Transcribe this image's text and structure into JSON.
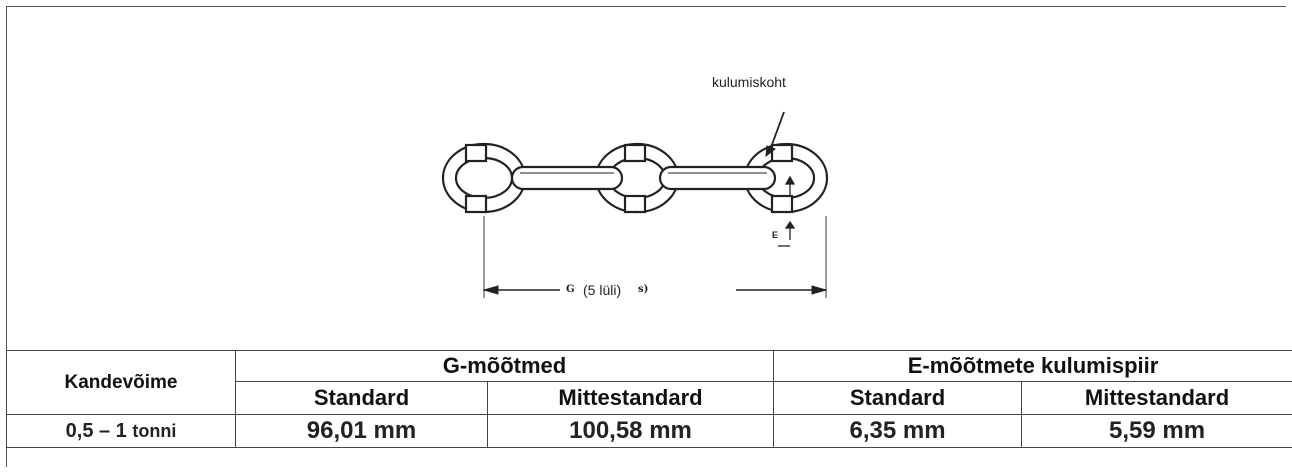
{
  "diagram": {
    "callouts": {
      "wear_point": "kulumiskoht",
      "g_symbol": "G",
      "g_note": "(5 lüli)",
      "g_suffix": "s)",
      "e_symbol": "E"
    }
  },
  "table": {
    "capacity_header": "Kandevõime",
    "group_g": "G-mõõtmed",
    "group_e": "E-mõõtmete kulumispiir",
    "sub_headers": [
      "Standard",
      "Mittestandard",
      "Standard",
      "Mittestandard"
    ],
    "row": {
      "capacity_value": "0,5 – 1",
      "capacity_unit": "tonni",
      "g_standard": "96,01 mm",
      "g_nonstandard": "100,58 mm",
      "e_standard": "6,35 mm",
      "e_nonstandard": "5,59 mm"
    }
  }
}
